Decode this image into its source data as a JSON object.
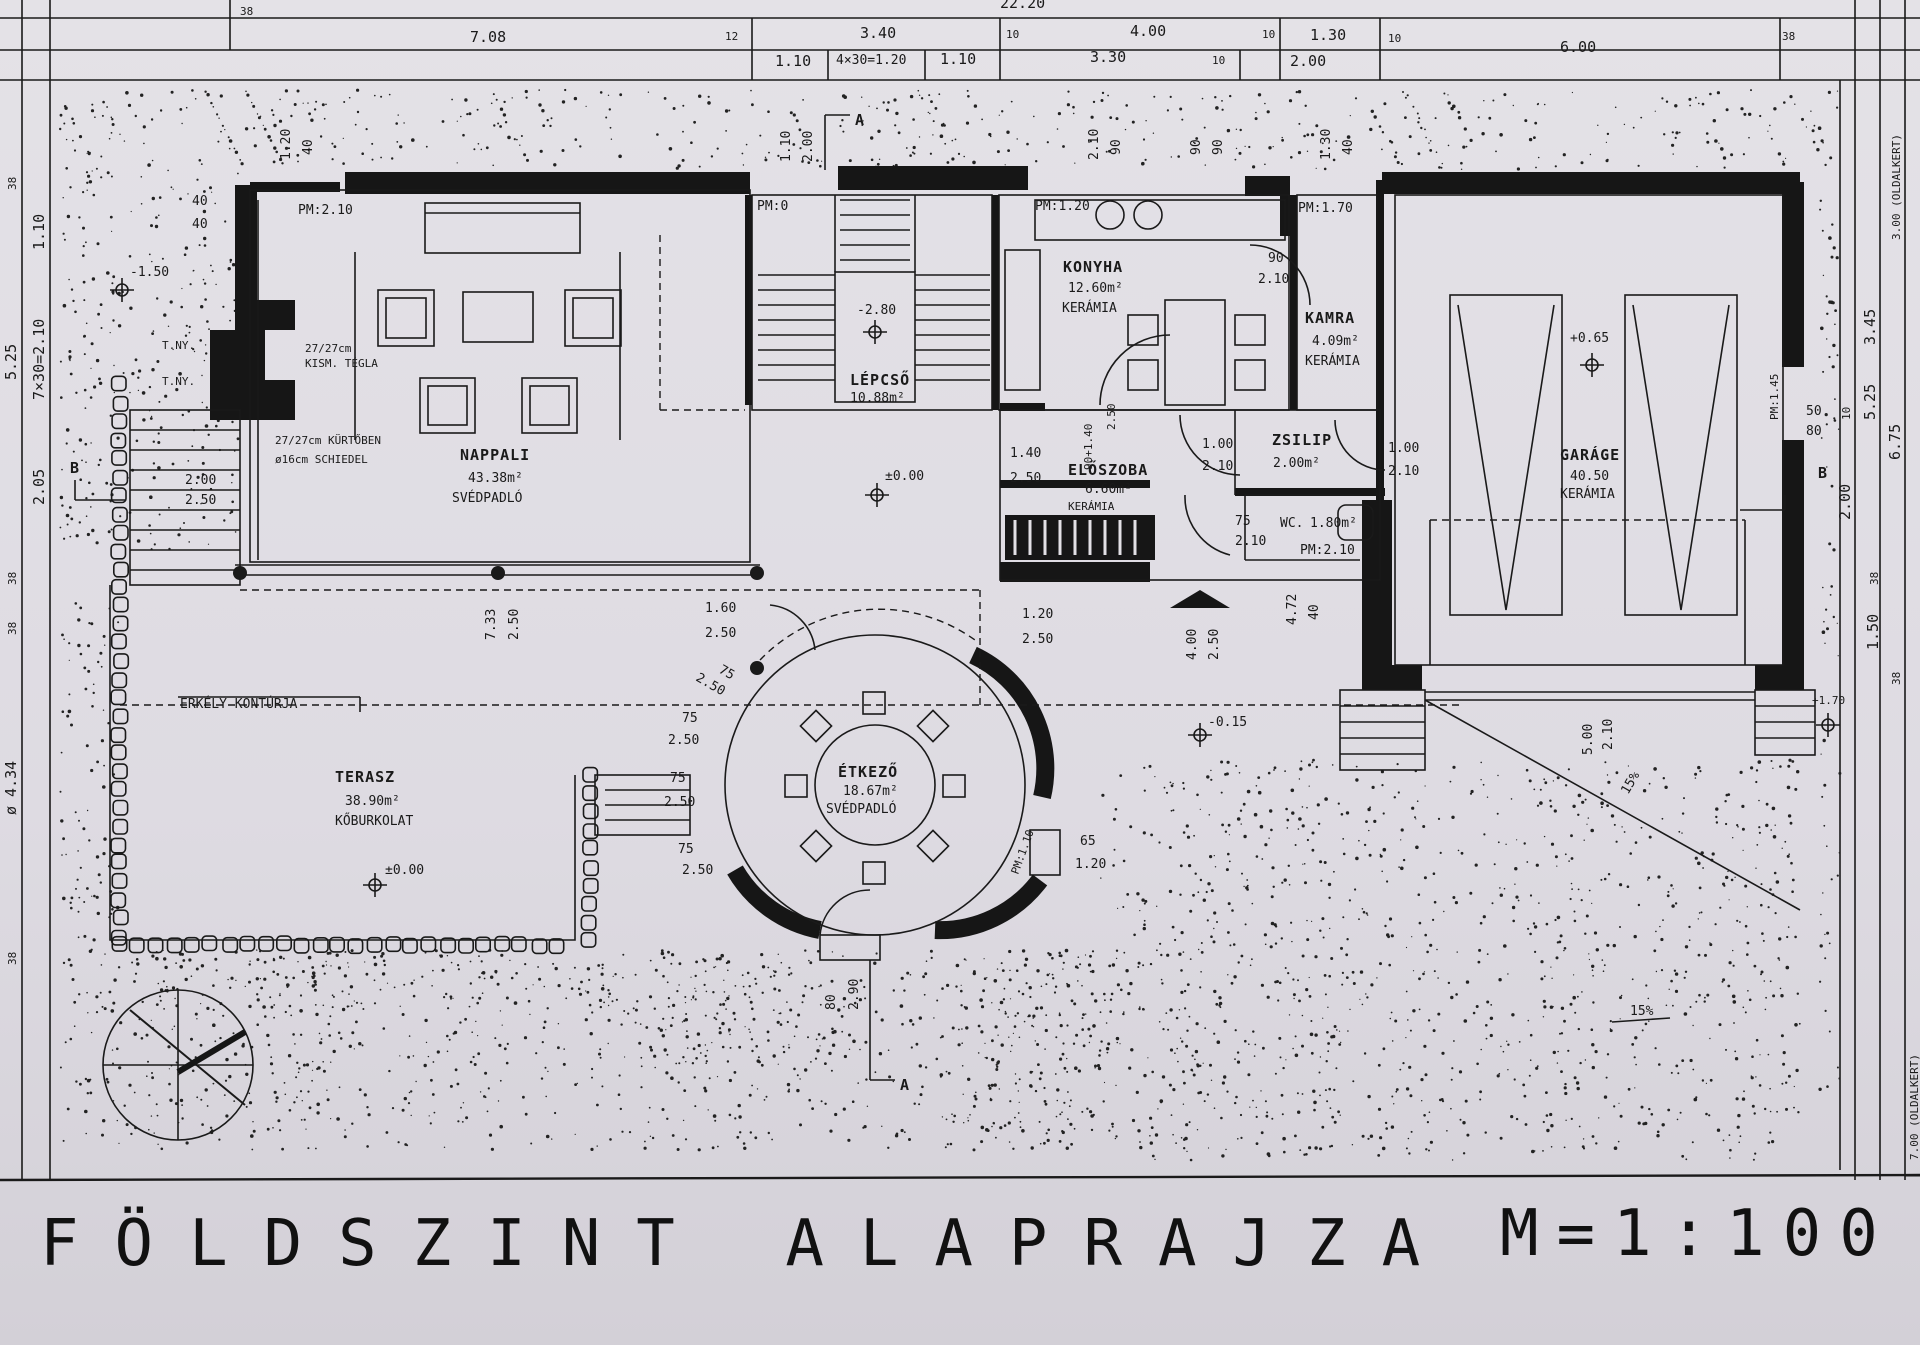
{
  "drawing": {
    "title": "FÖLDSZINT ALAPRAJZA",
    "scale": "M=1:100"
  },
  "top_dimensions": {
    "overall": "22.20",
    "row1": [
      "38",
      "7.08",
      "12",
      "3.40",
      "10",
      "4.00",
      "10",
      "1.30",
      "10",
      "6.00",
      "38"
    ],
    "row2": [
      "1.10",
      "4×30=1.20",
      "1.10",
      "3.30",
      "10",
      "2.00"
    ]
  },
  "left_dimensions": [
    "38",
    "1.10",
    "5.25",
    "7×30=2.10",
    "2.05",
    "38",
    "38",
    "ø 4.34",
    "38"
  ],
  "right_dimensions": [
    "3.00 (OLDALKERT)",
    "3.45",
    "5.25",
    "6.75",
    "10",
    "2.00",
    "38",
    "1.50",
    "38",
    "7.00 (OLDALKERT)"
  ],
  "rooms": {
    "nappali": {
      "name": "NAPPALI",
      "area": "43.38m²",
      "floor": "SVÉDPADLÓ",
      "pm": "PM:2.10"
    },
    "konyha": {
      "name": "KONYHA",
      "area": "12.60m²",
      "floor": "KERÁMIA",
      "pm": "PM:1.20"
    },
    "kamra": {
      "name": "KAMRA",
      "area": "4.09m²",
      "floor": "KERÁMIA",
      "pm": "PM:1.70"
    },
    "lepcso": {
      "name": "LÉPCSŐ",
      "area": "10.88m²",
      "level": "-2.80",
      "pm": "PM:0"
    },
    "eloszoba": {
      "name": "ELŐSZOBA",
      "area": "6.60m²",
      "floor": "KERÁMIA"
    },
    "zsilip": {
      "name": "ZSILIP",
      "area": "2.00m²"
    },
    "wc": {
      "name": "WC.",
      "area": "1.80m²",
      "pm": "PM:2.10"
    },
    "garage": {
      "name": "GARÁGE",
      "area": "40.50",
      "floor": "KERÁMIA",
      "level": "+0.65",
      "pm": "PM:1.45"
    },
    "terasz": {
      "name": "TERASZ",
      "area": "38.90m²",
      "floor": "KŐBURKOLAT",
      "level": "±0.00"
    },
    "etkezo": {
      "name": "ÉTKEZŐ",
      "area": "18.67m²",
      "floor": "SVÉDPADLÓ",
      "pm": "PM:1.10"
    }
  },
  "notes": {
    "chimney1": "27/27cm",
    "chimney1b": "KISM. TÉGLA",
    "chimney2": "27/27cm KÜRTŐBEN",
    "chimney2b": "ø16cm SCHIEDEL",
    "tny1": "T.NY.",
    "tny2": "T.NY.",
    "erkely": "ERKÉLY KONTÚRJA",
    "slope1": "15%",
    "slope2": "15%"
  },
  "levels": {
    "l1": "-1.50",
    "l2": "±0.00",
    "l3": "-0.15",
    "l4": "+1.70"
  },
  "section_marks": {
    "a_top": "A",
    "a_bottom": "A",
    "b_left": "B",
    "b_right": "B"
  },
  "opening_labels": {
    "o1": [
      "1.20",
      "40"
    ],
    "o2": [
      "1.10",
      "2.00"
    ],
    "o3": [
      "2.10",
      "90"
    ],
    "o4": [
      "90",
      "90"
    ],
    "o5": [
      "1.30",
      "40"
    ],
    "o6": [
      "40",
      "40"
    ],
    "o7": [
      "2.00",
      "2.50"
    ],
    "o8": [
      "7.33",
      "2.50"
    ],
    "o9": [
      "1.60",
      "2.50"
    ],
    "o10": [
      "1.40",
      "2.50"
    ],
    "o11": [
      "1.20",
      "2.50"
    ],
    "o12": [
      "90+1.40",
      "2.50"
    ],
    "o13": [
      "1.00",
      "2.10"
    ],
    "o14": [
      "1.00",
      "2.10"
    ],
    "o15": [
      "75",
      "2.10"
    ],
    "o16": [
      "90",
      "2.10"
    ],
    "o17": [
      "4.00",
      "2.50"
    ],
    "o18": [
      "4.72",
      "40"
    ],
    "o19": [
      "5.00",
      "2.10"
    ],
    "o20": [
      "50",
      "80"
    ],
    "o21": [
      "65",
      "1.20"
    ],
    "o22": [
      "80",
      "2.90"
    ],
    "e1": [
      "75",
      "2.50"
    ],
    "e2": [
      "75",
      "2.50"
    ],
    "e3": [
      "75",
      "2.50"
    ],
    "e4": [
      "75",
      "2.50"
    ]
  },
  "colors": {
    "paper": "#e2e0e5",
    "ink": "#161616"
  }
}
